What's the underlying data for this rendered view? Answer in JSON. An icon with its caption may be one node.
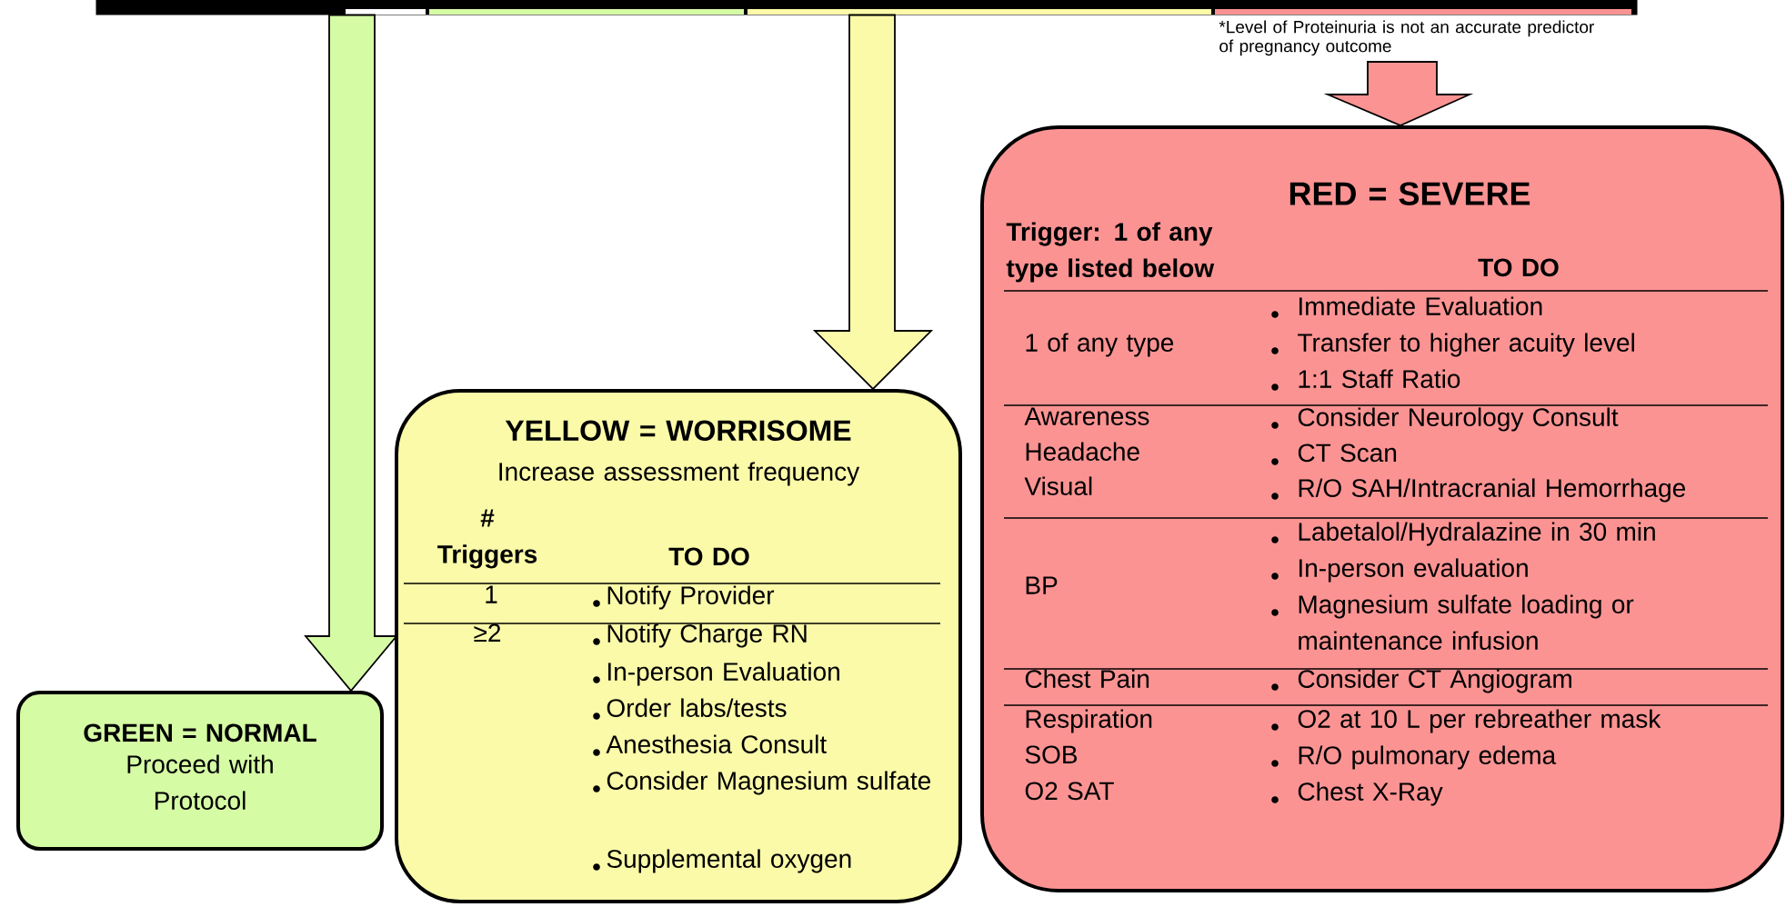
{
  "diagram": {
    "nodes": [
      {
        "text": [],
        "shape": "bar"
      },
      {
        "text": [
          "GREEN = NORMAL",
          "Proceed with Protocol"
        ]
      },
      {
        "text": [
          "YELLOW = WORRISOME",
          "Increase assessment frequency",
          "# Triggers",
          "TO DO",
          "1",
          "Notify Provider",
          "≥2",
          "Notify Charge RN",
          "In-person Evaluation",
          "Order labs/tests",
          "Anesthesia Consult",
          "Consider Magnesium sulfate",
          "Supplemental oxygen"
        ]
      },
      {
        "text": [
          "RED = SEVERE",
          "Trigger: 1 of any type listed below",
          "TO DO",
          "1 of any type",
          "Immediate Evaluation",
          "Transfer to higher acuity level",
          "1:1 Staff Ratio",
          "Awareness",
          "Headache",
          "Visual",
          "Consider Neurology Consult",
          "CT Scan",
          "R/O SAH/Intracranial Hemorrhage",
          "BP",
          "Labetalol/Hydralazine in 30 min",
          "In-person evaluation",
          "Magnesium sulfate loading or maintenance infusion",
          "Chest Pain",
          "Consider CT Angiogram",
          "Respiration",
          "SOB",
          "O2 SAT",
          "O2 at 10 L per rebreather mask",
          "R/O pulmonary edema",
          "Chest X-Ray"
        ]
      }
    ],
    "edges": [
      {
        "from": 0,
        "to": 1,
        "arrow": "to",
        "color": "#d5fba5"
      },
      {
        "from": 0,
        "to": 2,
        "arrow": "to",
        "color": "#fbfaa9"
      },
      {
        "from": null,
        "to": 3,
        "arrow": "to",
        "color": "#fc9393"
      }
    ],
    "labels": [
      "*Level of Proteinuria is not an accurate predictor of pregnancy outcome"
    ]
  }
}
